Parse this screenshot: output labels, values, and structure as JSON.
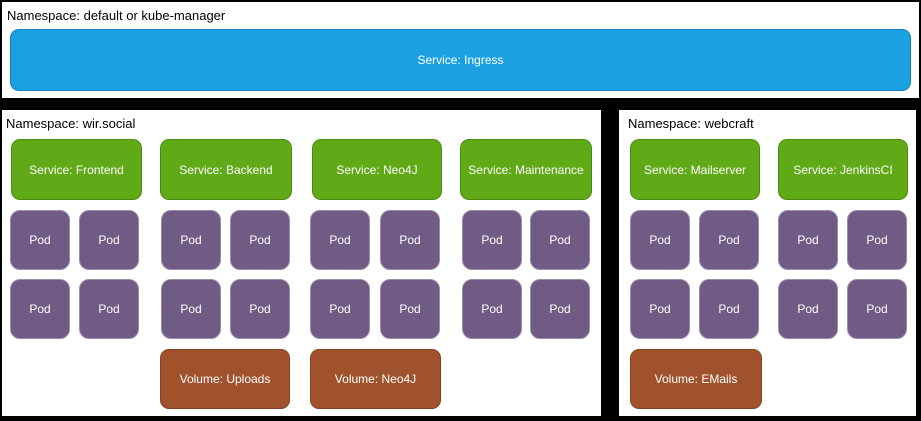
{
  "labels": {
    "pod": "Pod"
  },
  "colors": {
    "blue": "#1BA1E2",
    "green": "#60A917",
    "purple": "#6F5B84",
    "brown": "#A0522D",
    "panel_bg": "#FFFFFF",
    "background": "#000000"
  },
  "namespaces": [
    {
      "label": "Namespace: default or kube-manager",
      "services": [
        {
          "label": "Service: Ingress"
        }
      ]
    },
    {
      "label": "Namespace: wir.social",
      "services": [
        {
          "label": "Service: Frontend"
        },
        {
          "label": "Service: Backend"
        },
        {
          "label": "Service: Neo4J"
        },
        {
          "label": "Service: Maintenance"
        }
      ],
      "pod_count": 16,
      "volumes": [
        {
          "label": "Volume: Uploads"
        },
        {
          "label": "Volume: Neo4J"
        }
      ]
    },
    {
      "label": "Namespace: webcraft",
      "services": [
        {
          "label": "Service: Mailserver"
        },
        {
          "label": "Service: JenkinsCI"
        }
      ],
      "pod_count": 8,
      "volumes": [
        {
          "label": "Volume: EMails"
        }
      ]
    }
  ]
}
